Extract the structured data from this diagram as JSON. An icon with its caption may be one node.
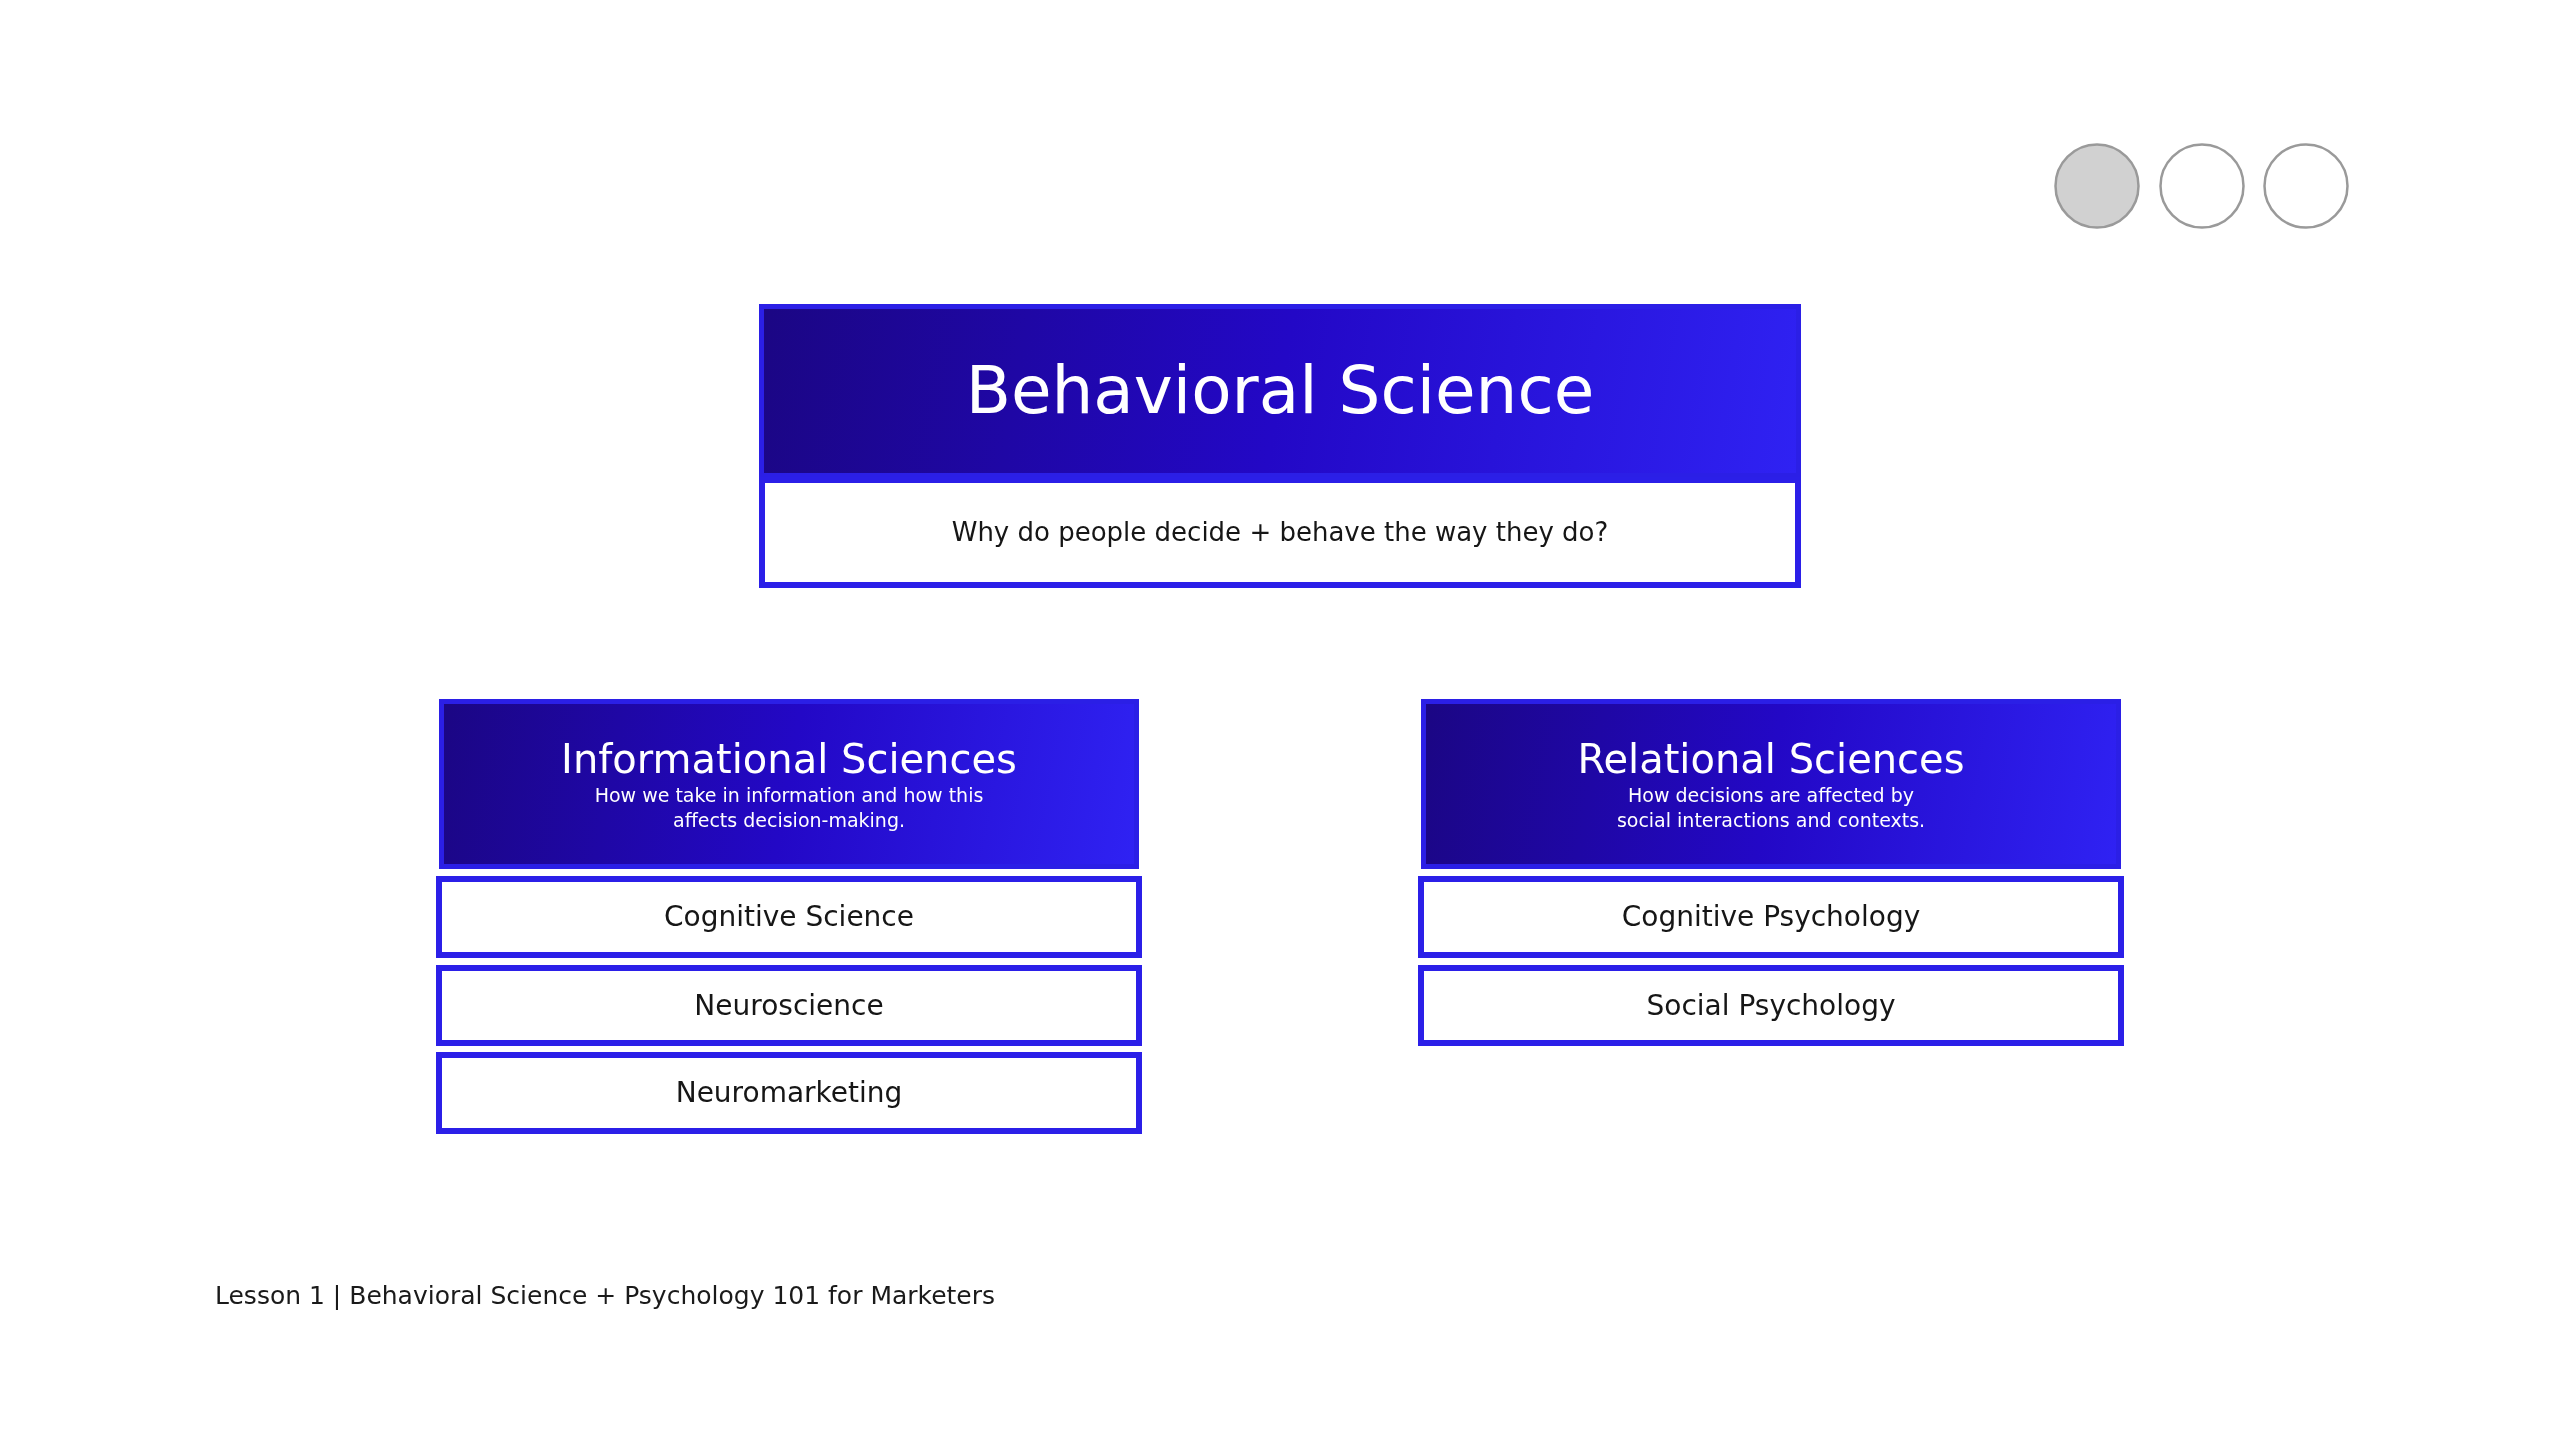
{
  "diagram": {
    "caption": "Lesson 1 | Behavioral Science + Psychology 101 for Marketers",
    "nodes": [
      {
        "text": [
          "Behavioral Science"
        ]
      },
      {
        "text": [
          "Why do people decide + behave the way they do?"
        ]
      },
      {
        "text": [
          "Informational Sciences",
          "How we take in information and how this affects decision-making."
        ]
      },
      {
        "text": [
          "Cognitive Science"
        ]
      },
      {
        "text": [
          "Neuroscience"
        ]
      },
      {
        "text": [
          "Neuromarketing"
        ]
      },
      {
        "text": [
          "Relational Sciences",
          "How decisions are affected by social interactions and contexts."
        ]
      },
      {
        "text": [
          "Cognitive Psychology"
        ]
      },
      {
        "text": [
          "Social Psychology"
        ]
      }
    ]
  }
}
